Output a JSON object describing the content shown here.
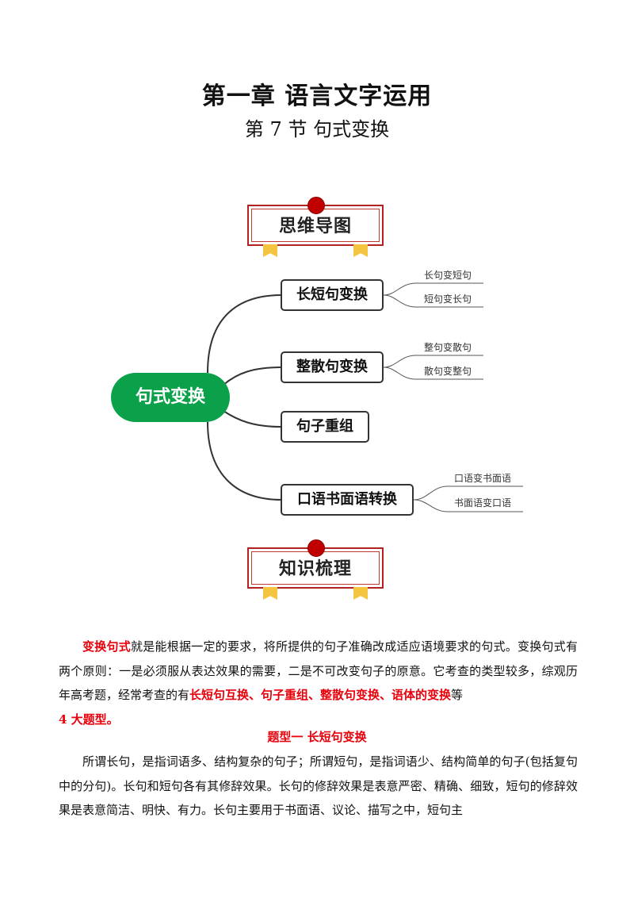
{
  "header": {
    "chapter_title": "第一章  语言文字运用",
    "section_title": "第 7 节  句式变换"
  },
  "banner1": {
    "label": "思维导图"
  },
  "banner2": {
    "label": "知识梳理"
  },
  "mindmap": {
    "root": "句式变换",
    "branches": [
      {
        "label": "长短句变换",
        "leaves": [
          "长句变短句",
          "短句变长句"
        ]
      },
      {
        "label": "整散句变换",
        "leaves": [
          "整句变散句",
          "散句变整句"
        ]
      },
      {
        "label": "句子重组",
        "leaves": []
      },
      {
        "label": "口语书面语转换",
        "leaves": [
          "口语变书面语",
          "书面语变口语"
        ]
      }
    ],
    "root_color": "#0aa14a"
  },
  "intro": {
    "term": "变换句式",
    "text1": "就是能根据一定的要求，将所提供的句子准确改成适应语境要求的句式。变换句式有两个原则：一是必须服从表达效果的需要，二是不可改变句子的原意。它考查的类型较多，综观历年高考题，经常考查的有",
    "highlight1": "长短句互换、句子重组、整散句变换、语体的变换",
    "text2": "等",
    "highlight2": "4 大题型。"
  },
  "subheading": "题型一    长短句变换",
  "body_para": "所谓长句，是指词语多、结构复杂的句子；所谓短句，是指词语少、结构简单的句子(包括复句中的分句)。长句和短句各有其修辞效果。长句的修辞效果是表意严密、精确、细致，短句的修辞效果是表意简洁、明快、有力。长句主要用于书面语、议论、描写之中，短句主",
  "colors": {
    "accent_red": "#e8000b",
    "banner_dot": "#c00000",
    "ribbon": "#f5c542"
  }
}
